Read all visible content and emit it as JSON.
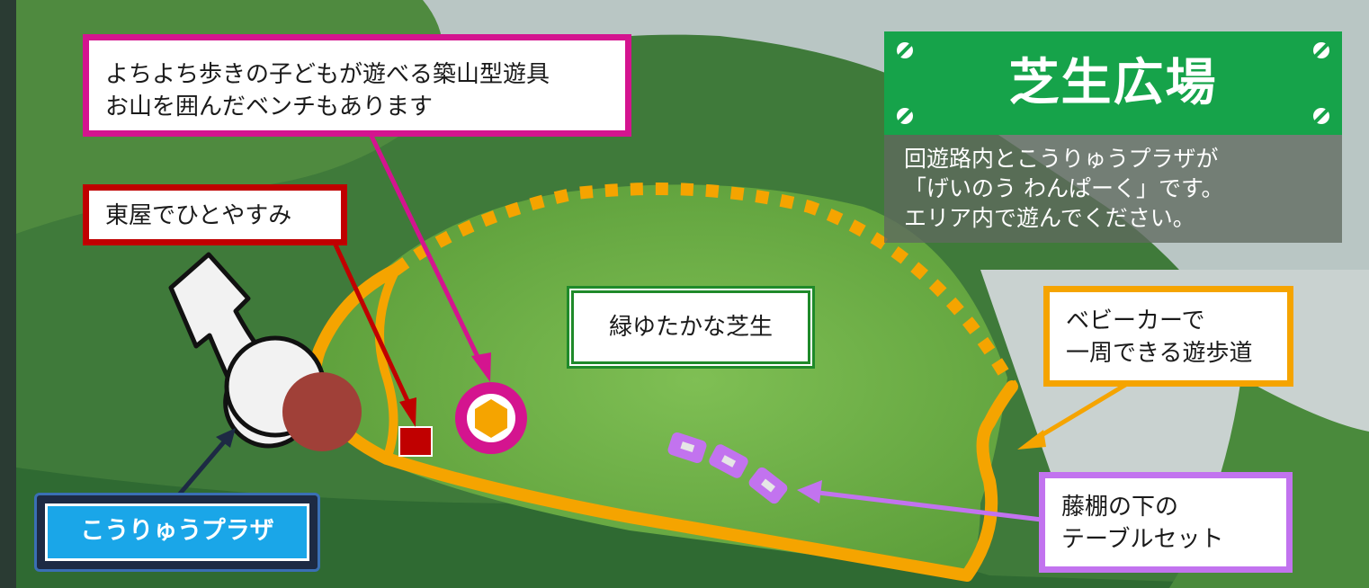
{
  "title": "芝生広場",
  "info": {
    "lines": [
      "回遊路内とこうりゅうプラザが",
      "「げいのう わんぱーく」です。",
      "エリア内で遊んでください。"
    ]
  },
  "callouts": {
    "hill": {
      "lines": [
        "よちよち歩きの子どもが遊べる築山型遊具",
        "お山を囲んだベンチもあります"
      ]
    },
    "gazebo": {
      "lines": [
        "東屋でひとやすみ"
      ]
    },
    "lawn": {
      "lines": [
        "緑ゆたかな芝生"
      ]
    },
    "path": {
      "lines": [
        "ベビーカーで",
        "一周できる遊歩道"
      ]
    },
    "table": {
      "lines": [
        "藤棚の下の",
        "テーブルセット"
      ]
    }
  },
  "plaza": {
    "label": "こうりゅうプラザ"
  },
  "colors": {
    "path": "#f5a400",
    "hill_marker": "#d4148f",
    "gazebo_marker": "#c00000",
    "lawn_frame": "#1f8a2a",
    "table_marker": "#c273ef",
    "plaza_frame": "#1d2a44",
    "plaza_fill": "#1aa6e8",
    "title_board": "#16a34a"
  }
}
